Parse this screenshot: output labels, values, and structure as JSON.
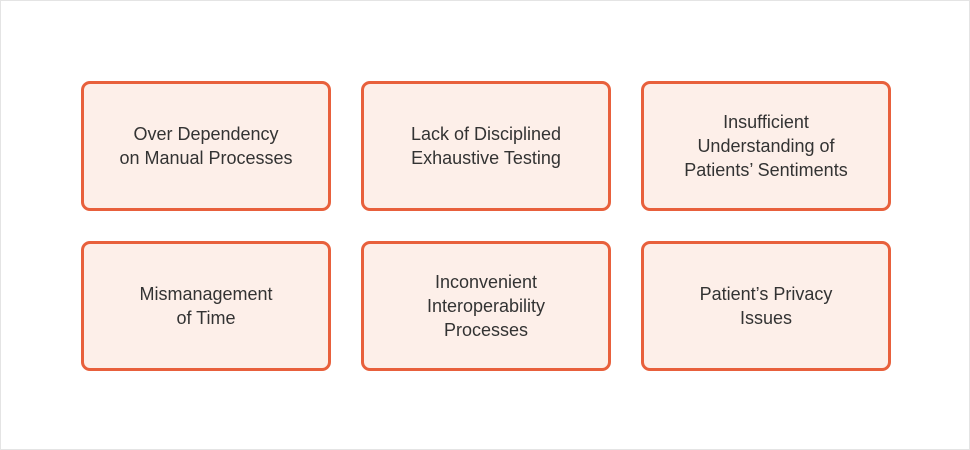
{
  "cards": [
    {
      "label": "Over Dependency\non Manual Processes"
    },
    {
      "label": "Lack of Disciplined\nExhaustive Testing"
    },
    {
      "label": "Insufficient\nUnderstanding of\nPatients’ Sentiments"
    },
    {
      "label": "Mismanagement\nof Time"
    },
    {
      "label": "Inconvenient\nInteroperability\nProcesses"
    },
    {
      "label": "Patient’s Privacy\nIssues"
    }
  ],
  "colors": {
    "card_border": "#e8603c",
    "card_fill": "#fdefe9",
    "text": "#333333"
  }
}
